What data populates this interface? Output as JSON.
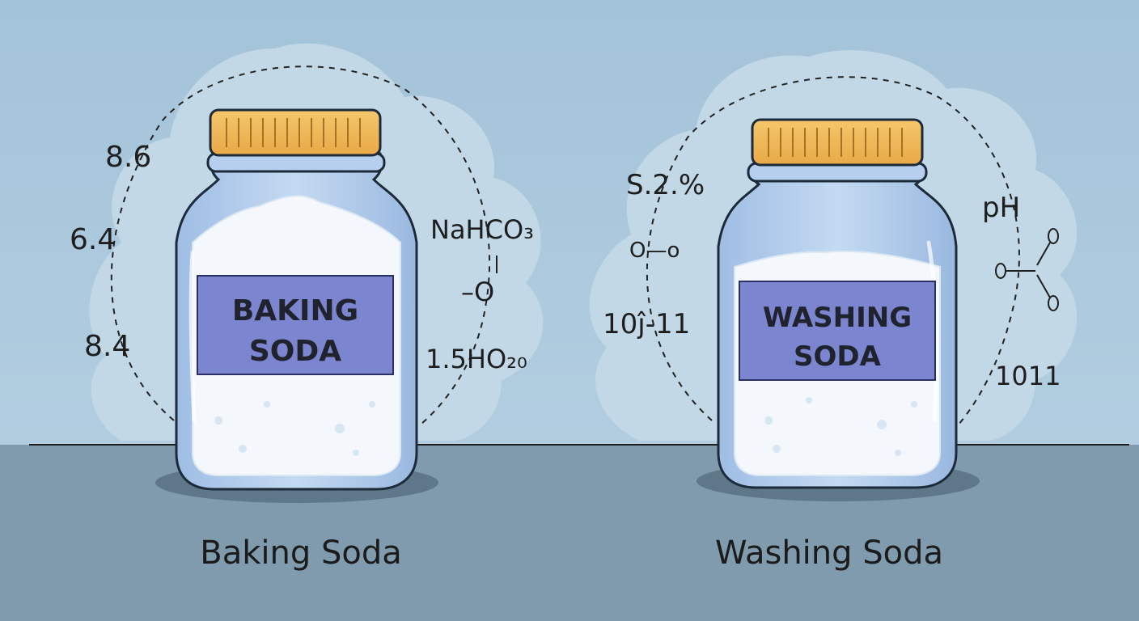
{
  "colors": {
    "sky": "#a9c7dc",
    "floor": "#7e9aab",
    "cloud": "#c3d9e6",
    "lid": "#f0b75a",
    "label": "#7d86cf",
    "glass": "#b9d2ee"
  },
  "baking": {
    "jar_label_line1": "BAKING",
    "jar_label_line2": "SODA",
    "caption": "Baking Soda",
    "notes": [
      "8.6",
      "6.4",
      "8.4",
      "NaHCO₃",
      "–O",
      "1.5HO₂₀"
    ]
  },
  "washing": {
    "jar_label_line1": "WASHING",
    "jar_label_line2": "SODA",
    "caption": "Washing Soda",
    "notes": [
      "S.2.%",
      "O—o",
      "10ĵ-11",
      "pH",
      "1011"
    ]
  },
  "icons": {
    "left_jar": "jar-icon",
    "right_jar": "jar-icon",
    "molecule": "molecule-icon"
  }
}
